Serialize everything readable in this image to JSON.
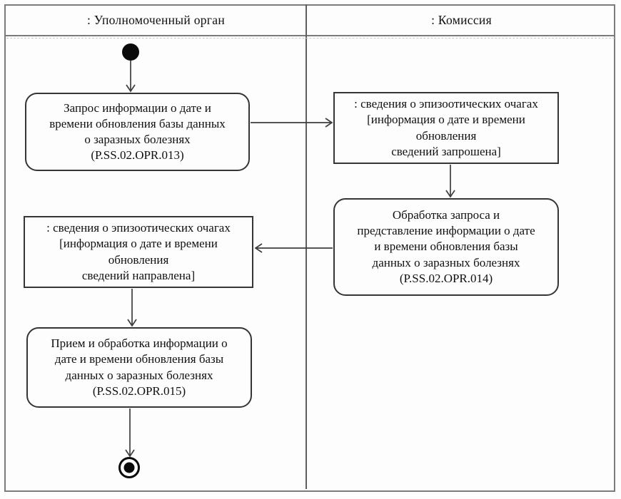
{
  "diagram": {
    "kind": "uml-activity-swimlane",
    "lanes": [
      {
        "title": ": Уполномоченный орган"
      },
      {
        "title": ": Комиссия"
      }
    ],
    "nodes": {
      "start": {
        "type": "initial-node"
      },
      "activity_013": {
        "type": "activity",
        "text": "Запрос информации о дате и\nвремени обновления базы данных\nо заразных болезнях\n(P.SS.02.OPR.013)"
      },
      "object_request": {
        "type": "object",
        "text": ": сведения о эпизоотических очагах\n[информация о дате и времени\nобновления\nсведений запрошена]"
      },
      "activity_014": {
        "type": "activity",
        "text": "Обработка запроса и\nпредставление информации о дате\nи времени обновления базы\nданных о заразных болезнях\n(P.SS.02.OPR.014)"
      },
      "object_response": {
        "type": "object",
        "text": ": сведения о эпизоотических очагах\n[информация о дате и времени\nобновления\nсведений направлена]"
      },
      "activity_015": {
        "type": "activity",
        "text": "Прием и обработка информации о\nдате и времени обновления базы\nданных о заразных болезнях\n(P.SS.02.OPR.015)"
      },
      "end": {
        "type": "final-node"
      }
    },
    "flows": [
      {
        "from": "start",
        "to": "activity_013"
      },
      {
        "from": "activity_013",
        "to": "object_request"
      },
      {
        "from": "object_request",
        "to": "activity_014"
      },
      {
        "from": "activity_014",
        "to": "object_response"
      },
      {
        "from": "object_response",
        "to": "activity_015"
      },
      {
        "from": "activity_015",
        "to": "end"
      }
    ],
    "colors": {
      "frame_line": "#7b7b7b",
      "lane_divider": "#5e5e5e",
      "node_border": "#353535",
      "arrow_line": "#3d3d3d",
      "text": "#101010",
      "background": "#fdfdfd"
    }
  }
}
